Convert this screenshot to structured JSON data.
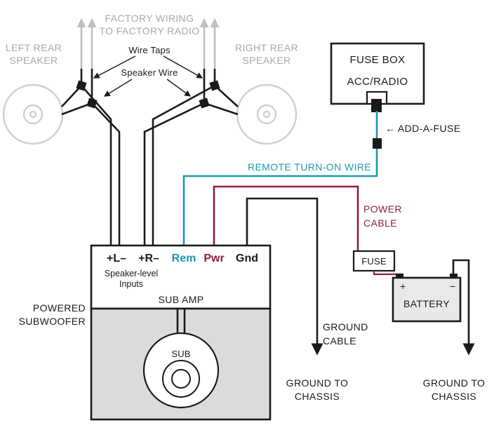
{
  "colors": {
    "ink": "#1a1a1a",
    "gray": "#bfbfbf",
    "gray_text": "#a8a8a8",
    "speaker": "#cfcfcf",
    "teal": "#1f97b0",
    "maroon": "#8e1f3c",
    "enclosure": "#dbdbdb",
    "battery_fill": "#e9e9e9"
  },
  "speakers": {
    "left": {
      "line1": "LEFT REAR",
      "line2": "SPEAKER"
    },
    "right": {
      "line1": "RIGHT REAR",
      "line2": "SPEAKER"
    }
  },
  "factory": {
    "line1": "FACTORY WIRING",
    "line2": "TO FACTORY RADIO",
    "wire_taps": "Wire Taps",
    "speaker_wire": "Speaker Wire"
  },
  "fuse_box": {
    "title": "FUSE BOX",
    "slot": "ACC/RADIO",
    "add_a_fuse": "← ADD-A-FUSE"
  },
  "wires": {
    "remote": "REMOTE TURN-ON WIRE",
    "power_line1": "POWER",
    "power_line2": "CABLE",
    "ground_line1": "GROUND",
    "ground_line2": "CABLE"
  },
  "inline_fuse": {
    "label": "FUSE"
  },
  "battery": {
    "label": "BATTERY",
    "plus": "+",
    "minus": "−"
  },
  "amp": {
    "terminal_left": "+L–",
    "terminal_right": "+R–",
    "terminal_rem": "Rem",
    "terminal_pwr": "Pwr",
    "terminal_gnd": "Gnd",
    "inputs_line1": "Speaker-level",
    "inputs_line2": "Inputs",
    "name": "SUB AMP"
  },
  "subwoofer": {
    "line1": "POWERED",
    "line2": "SUBWOOFER",
    "driver": "SUB"
  },
  "ground_chassis": {
    "line1": "GROUND TO",
    "line2": "CHASSIS"
  }
}
